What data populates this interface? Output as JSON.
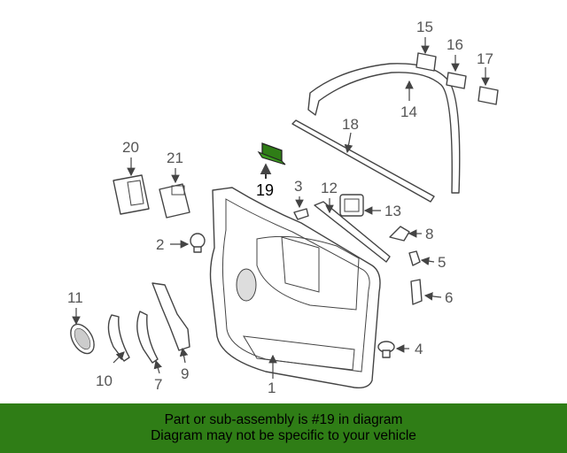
{
  "callouts": [
    "1",
    "2",
    "3",
    "4",
    "5",
    "6",
    "7",
    "8",
    "9",
    "10",
    "11",
    "12",
    "13",
    "14",
    "15",
    "16",
    "17",
    "18",
    "19",
    "20",
    "21"
  ],
  "highlight_callout": "19",
  "highlight_color": "#2f7d16",
  "banner": {
    "line1": "Part or sub-assembly is #19 in diagram",
    "line2": "Diagram may not be specific to your vehicle",
    "background": "#2f7d16"
  }
}
